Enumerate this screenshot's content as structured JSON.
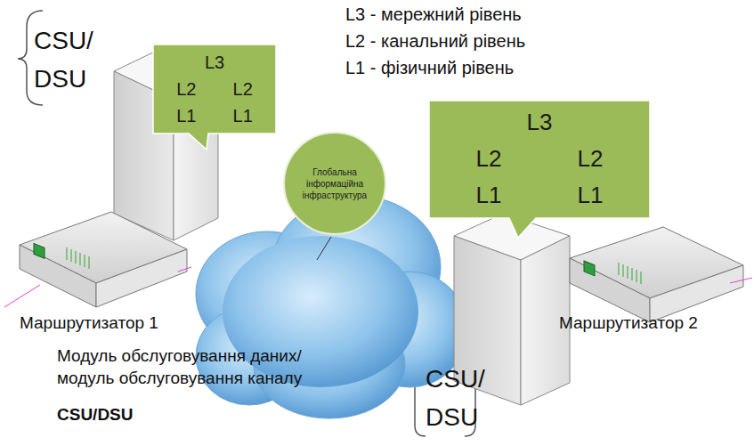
{
  "diagram": {
    "nodes": [
      {
        "text": [
          "L3",
          "L2",
          "L2",
          "L1",
          "L1"
        ]
      },
      {
        "text": [
          "Глобальна інформаційна інфраструктура"
        ]
      },
      {
        "text": [
          "L3",
          "L2",
          "L2",
          "L1",
          "L1"
        ]
      }
    ],
    "labels": [
      "CSU/ DSU",
      "L3 - мережний рівень",
      "L2 - канальний рівень",
      "L1 - фізичний рівень",
      "Маршрутизатор 1",
      "Маршрутизатор 2",
      "Модуль обслуговування даних/ модуль обслуговування каналу",
      "CSU/DSU",
      "CSU/ DSU"
    ]
  }
}
